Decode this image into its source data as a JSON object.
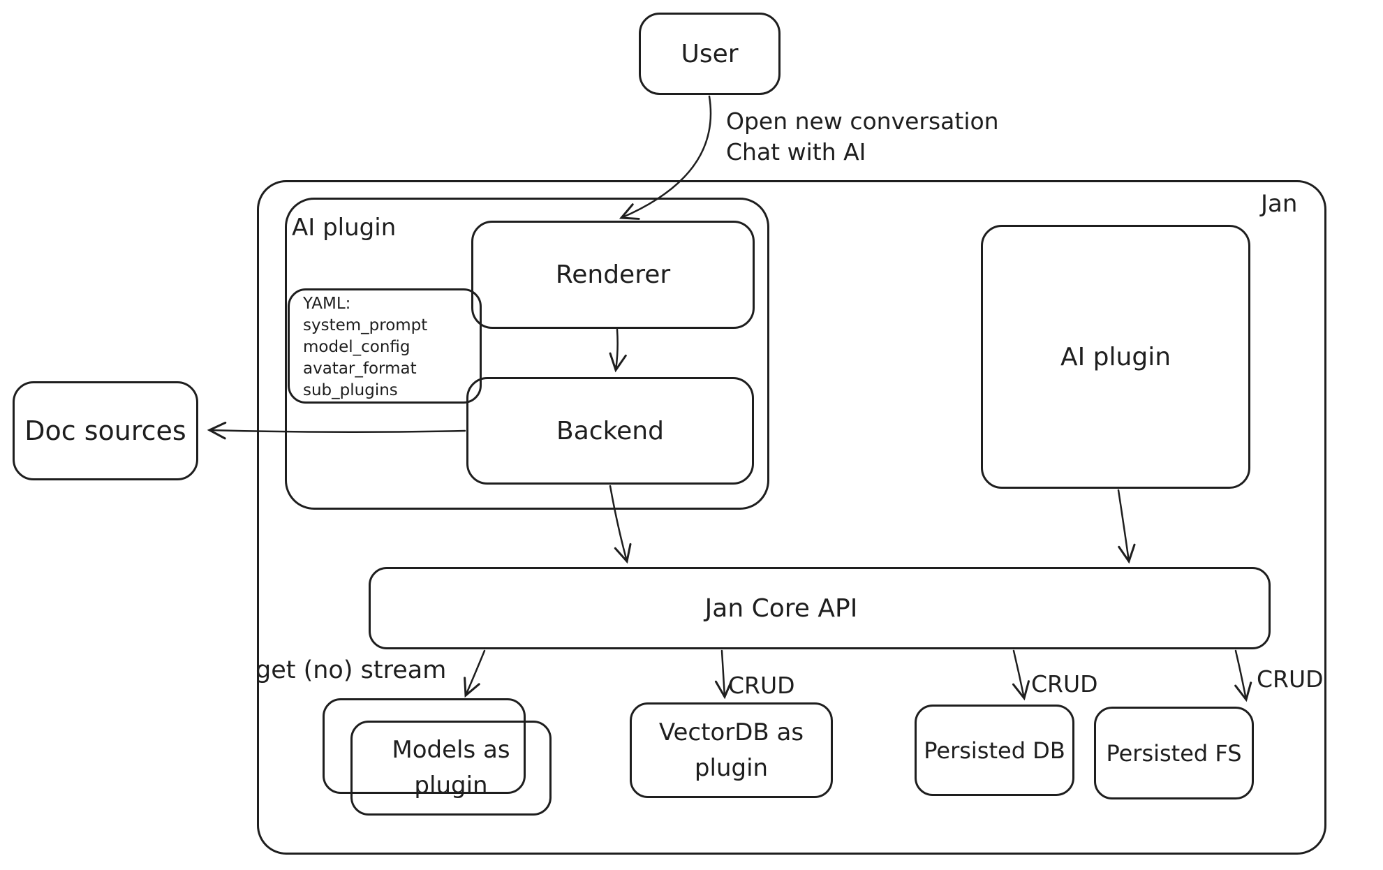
{
  "diagram": {
    "colors": {
      "stroke": "#1e1e1e",
      "background": "#ffffff"
    },
    "nodes": {
      "user": {
        "label": "User"
      },
      "jan": {
        "label": "Jan"
      },
      "ai_plugin_container": {
        "label": "AI plugin"
      },
      "renderer": {
        "label": "Renderer"
      },
      "backend": {
        "label": "Backend"
      },
      "yaml_note": {
        "lines": [
          "YAML:",
          "system_prompt",
          "model_config",
          "avatar_format",
          "sub_plugins"
        ]
      },
      "ai_plugin_right": {
        "label": "AI plugin"
      },
      "jan_core_api": {
        "label": "Jan Core API"
      },
      "doc_sources": {
        "label": "Doc sources"
      },
      "models": {
        "label_line1": "Models as",
        "label_line2": "plugin"
      },
      "vectordb": {
        "label_line1": "VectorDB as",
        "label_line2": "plugin"
      },
      "persisted_db": {
        "label": "Persisted DB"
      },
      "persisted_fs": {
        "label": "Persisted FS"
      }
    },
    "edges": {
      "user_to_renderer": {
        "label_line1": "Open new conversation",
        "label_line2": "Chat with AI"
      },
      "api_to_models": {
        "label": "get (no) stream"
      },
      "api_to_vectordb": {
        "label": "CRUD"
      },
      "api_to_persisted_db": {
        "label": "CRUD"
      },
      "api_to_persisted_fs": {
        "label": "CRUD"
      }
    }
  }
}
